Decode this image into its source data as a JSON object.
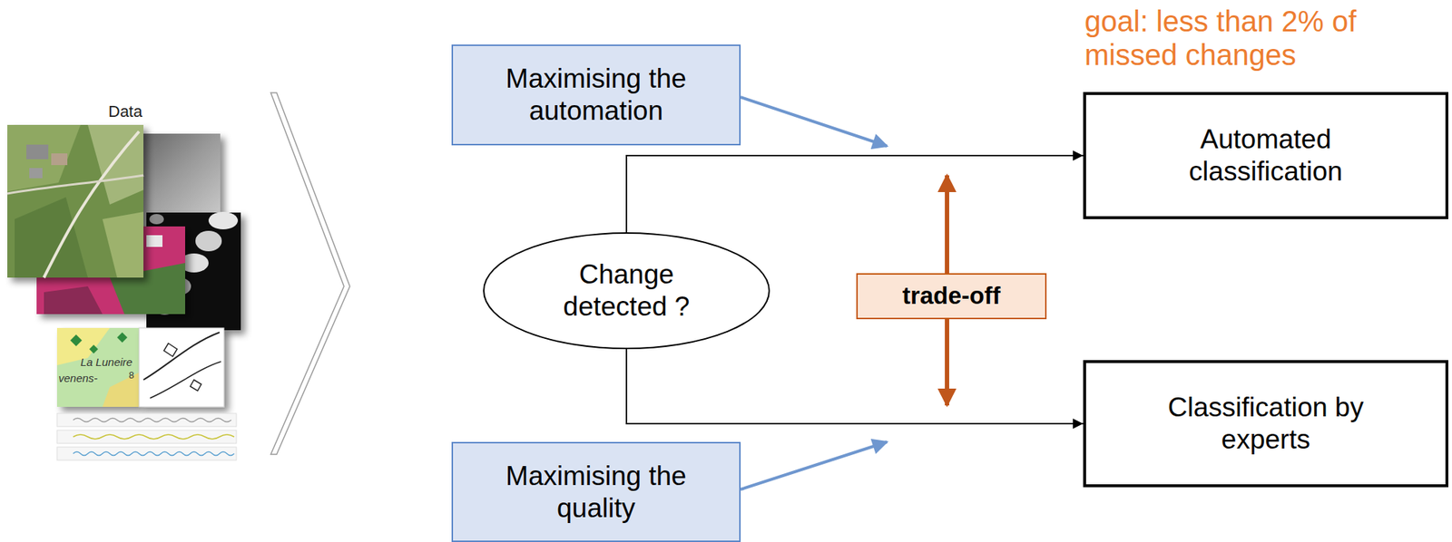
{
  "diagram": {
    "nodes": [
      {
        "text": [
          "Maximising the automation"
        ]
      },
      {
        "text": [
          "Change detected ?"
        ]
      },
      {
        "text": [
          "Automated classification"
        ]
      },
      {
        "text": [
          "trade-off"
        ]
      },
      {
        "text": [
          "Classification by experts"
        ]
      },
      {
        "text": [
          "Maximising the quality"
        ]
      }
    ],
    "edges": [
      {
        "from": 1,
        "to": 2,
        "arrow": "to"
      },
      {
        "from": 1,
        "to": 4,
        "arrow": "to"
      }
    ],
    "labels": [
      "goal: less than 2% of missed changes",
      "Data",
      "La Luneire",
      "venens-",
      "8"
    ]
  }
}
